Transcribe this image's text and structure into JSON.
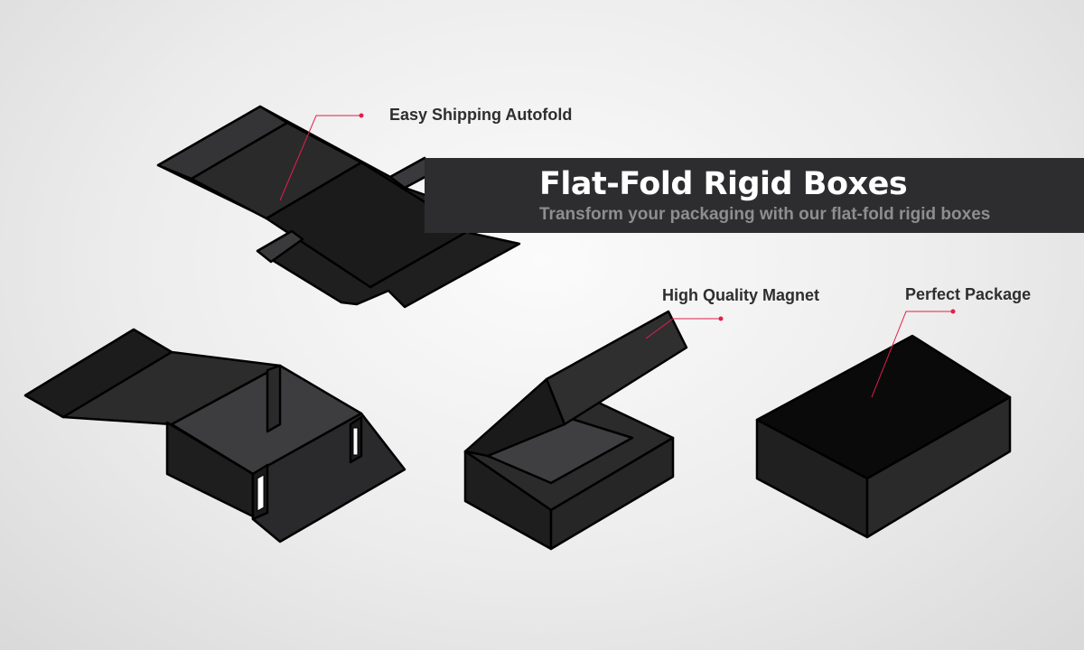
{
  "banner": {
    "title": "Flat-Fold Rigid Boxes",
    "subtitle": "Transform your packaging with our flat-fold rigid boxes"
  },
  "callouts": [
    {
      "label": "Easy Shipping Autofold"
    },
    {
      "label": "High Quality Magnet"
    },
    {
      "label": "Perfect Package"
    }
  ],
  "colors": {
    "accent": "#e0204a",
    "banner": "#2d2d2f",
    "box": "#1e1e1f"
  }
}
